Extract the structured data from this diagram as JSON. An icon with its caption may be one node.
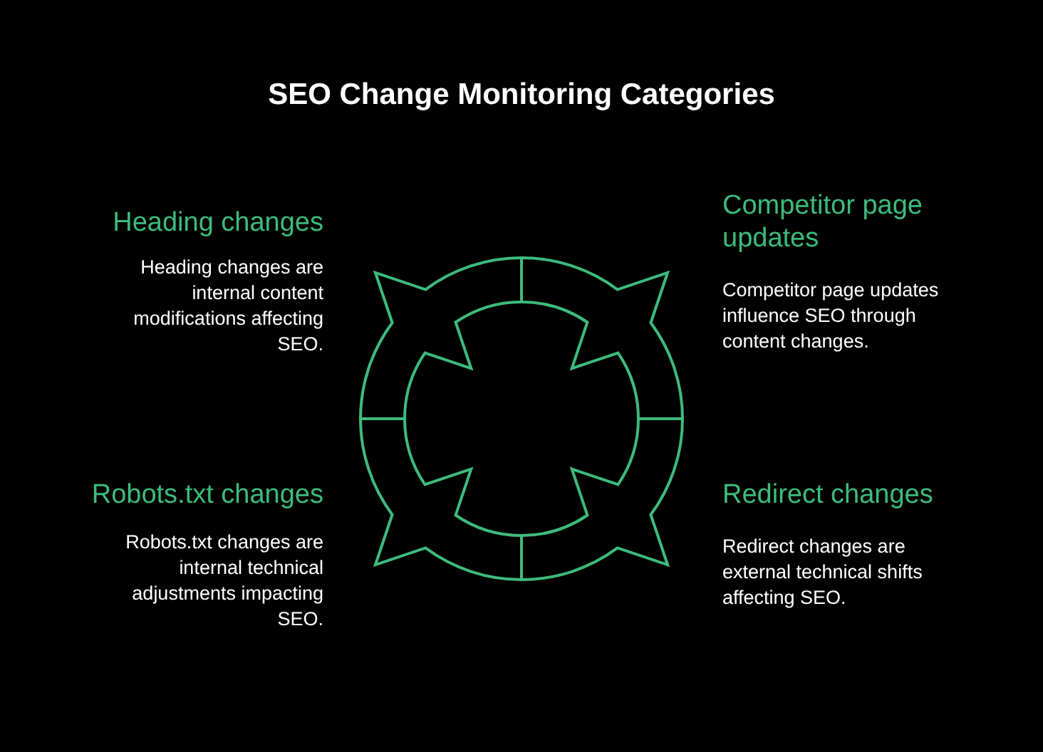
{
  "diagram": {
    "title": "SEO Change Monitoring Categories",
    "labels": [
      "Heading changes",
      "Heading changes are internal content modifications affecting SEO.",
      "Competitor page updates",
      "Competitor page updates influence SEO through content changes.",
      "Robots.txt changes",
      "Robots.txt changes are internal technical adjustments impacting SEO.",
      "Redirect changes",
      "Redirect changes are external technical shifts affecting SEO."
    ]
  }
}
